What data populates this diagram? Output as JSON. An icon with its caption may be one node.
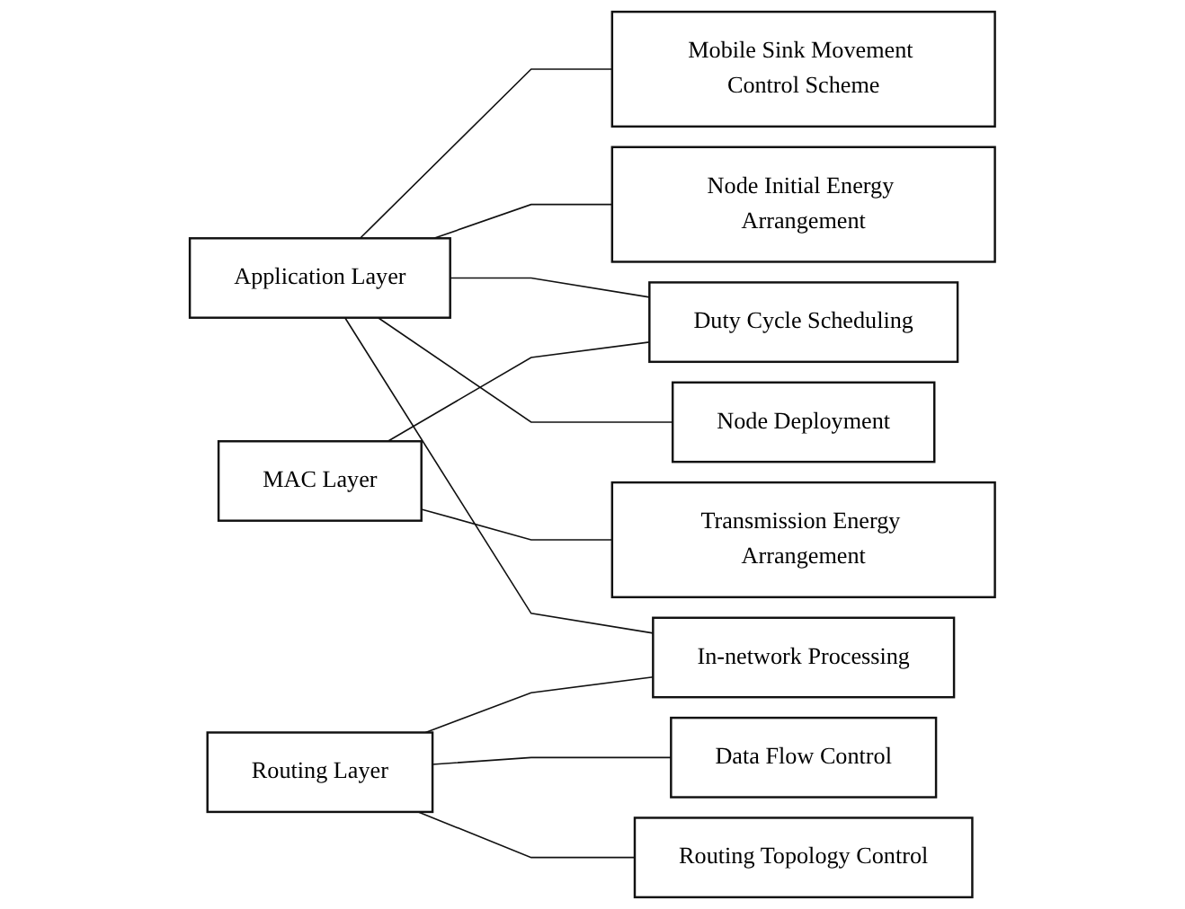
{
  "diagram": {
    "nodes": [
      {
        "text": [
          "Application Layer"
        ]
      },
      {
        "text": [
          "Routing Layer"
        ]
      },
      {
        "text": [
          "MAC Layer"
        ]
      },
      {
        "text": [
          "Node Deployment"
        ]
      },
      {
        "text": [
          "Node Initial Energy Arrangement"
        ]
      },
      {
        "text": [
          "Duty Cycle Scheduling"
        ]
      },
      {
        "text": [
          "In-network Processing"
        ]
      },
      {
        "text": [
          "Mobile Sink Movement Control Scheme"
        ]
      },
      {
        "text": [
          "Routing Topology Control"
        ]
      },
      {
        "text": [
          "Data Flow Control"
        ]
      },
      {
        "text": [
          "Transmission Energy Arrangement"
        ]
      }
    ],
    "edges": [
      {
        "from": 0,
        "to": 3,
        "arrow": "none"
      },
      {
        "from": 0,
        "to": 4,
        "arrow": "none"
      },
      {
        "from": 0,
        "to": 5,
        "arrow": "none"
      },
      {
        "from": 0,
        "to": 6,
        "arrow": "none"
      },
      {
        "from": 0,
        "to": 7,
        "arrow": "none"
      },
      {
        "from": 1,
        "to": 6,
        "arrow": "none"
      },
      {
        "from": 1,
        "to": 8,
        "arrow": "none"
      },
      {
        "from": 1,
        "to": 9,
        "arrow": "none"
      },
      {
        "from": 2,
        "to": 5,
        "arrow": "none"
      },
      {
        "from": 2,
        "to": 10,
        "arrow": "none"
      }
    ]
  }
}
